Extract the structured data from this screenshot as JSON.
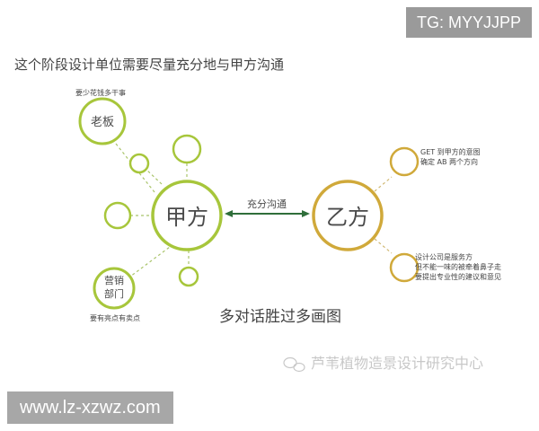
{
  "badge": {
    "label": "TG: MYYJJPP"
  },
  "heading": "这个阶段设计单位需要尽量充分地与甲方沟通",
  "caption": "多对话胜过多画图",
  "website": "www.lz-xzwz.com",
  "watermark": "芦苇植物造景设计研究中心",
  "diagram": {
    "client_label": "甲方",
    "designer_label": "乙方",
    "link_label": "充分沟通",
    "boss": {
      "label": "老板",
      "note": "要少花钱多干事"
    },
    "marketing": {
      "label_line1": "营销",
      "label_line2": "部门",
      "note": "要有亮点有卖点"
    },
    "designer_note_1": {
      "line1": "GET 到甲方的意图",
      "line2": "确定 AB 两个方向"
    },
    "designer_note_2": {
      "line1": "设计公司是服务方",
      "line2": "但不能一味的被牵着鼻子走",
      "line3": "要提出专业性的建议和意见"
    }
  },
  "colors": {
    "client": "#a7c63b",
    "designer": "#d0a93a",
    "arrow": "#2f6e3a",
    "dashed": "#a9c46a"
  }
}
